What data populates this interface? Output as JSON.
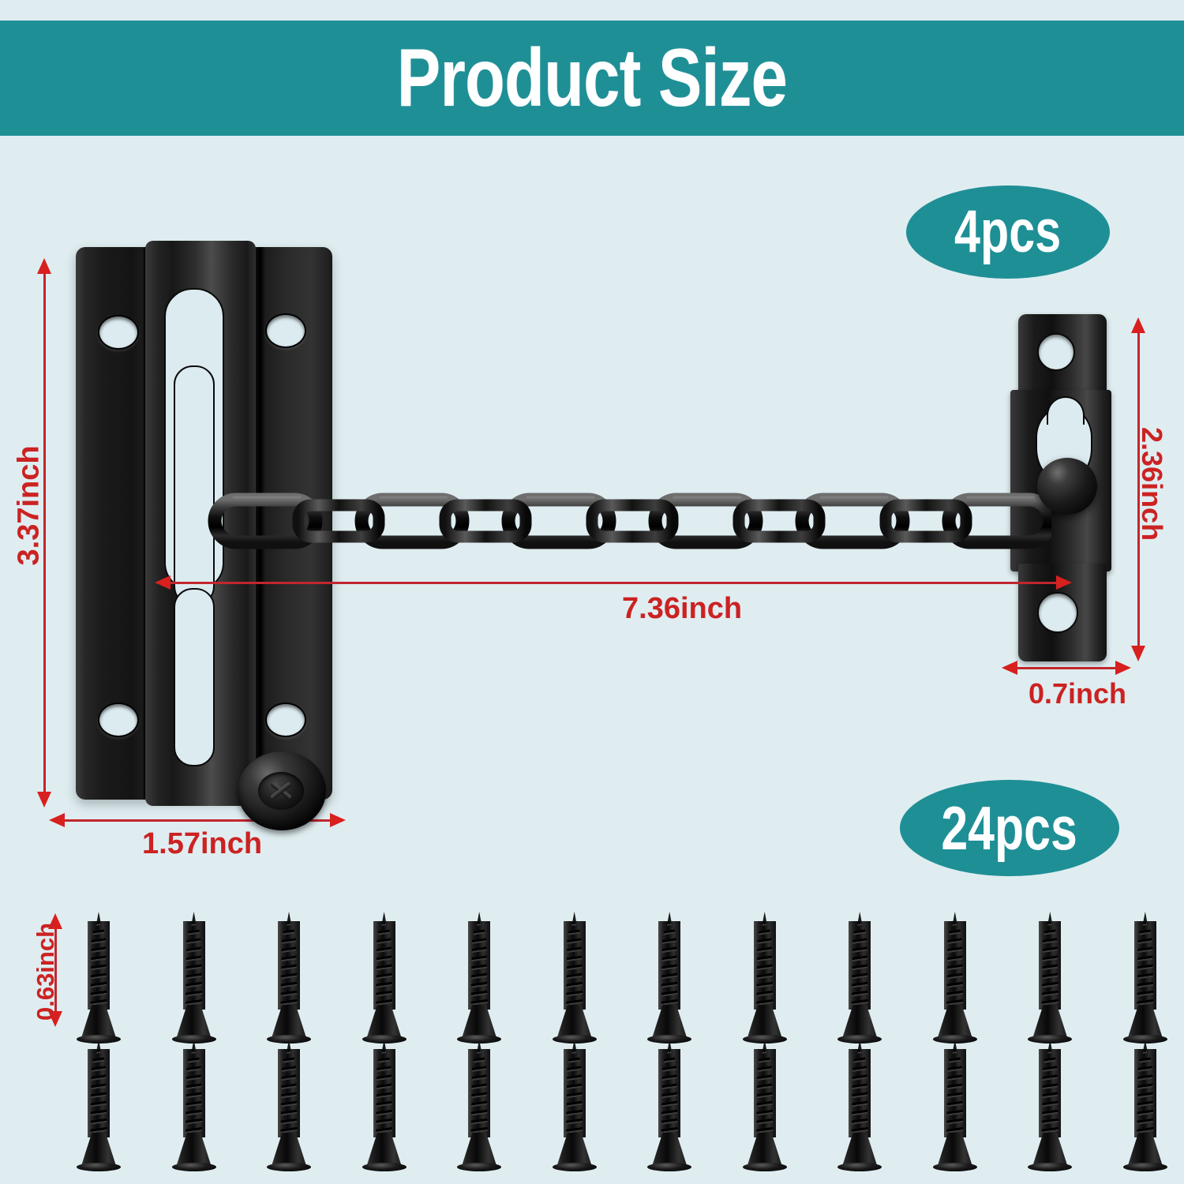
{
  "header": {
    "title": "Product Size",
    "background_color": "#1f8f96",
    "text_color": "#ffffff"
  },
  "page": {
    "background_color": "#dfedf1",
    "dimension_color": "#cc2222"
  },
  "badges": [
    {
      "id": "qty-lock-badge",
      "label": "4pcs",
      "color": "#1f8f96"
    },
    {
      "id": "qty-screw-badge",
      "label": "24pcs",
      "color": "#1f8f96"
    }
  ],
  "dimensions": {
    "plate_height": "3.37inch",
    "plate_width": "1.57inch",
    "chain_length": "7.36inch",
    "bracket_height": "2.36inch",
    "bracket_width": "0.7inch",
    "screw_length": "0.63inch"
  },
  "parts": {
    "door_chain_lock": {
      "name": "door-chain-lock",
      "plate_screw_holes": 4,
      "chain_links": 11,
      "knob": "phillips-screw-knob"
    },
    "strike_bracket": {
      "name": "strike-bracket",
      "screw_holes": 2,
      "keyhole_slot": 1,
      "ball_knob": 1
    },
    "screws": {
      "name": "flat-head-screws",
      "count": 24,
      "rows": 2,
      "per_row": 12,
      "head_type": "countersunk-flat-head"
    }
  }
}
